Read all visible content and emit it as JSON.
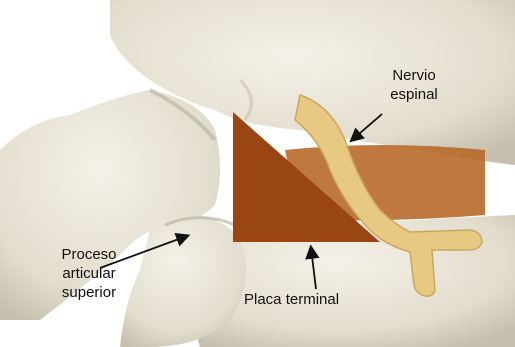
{
  "labels": {
    "nervio_line1": "Nervio",
    "nervio_line2": "espinal",
    "proceso_line1": "Proceso",
    "proceso_line2": "articular",
    "proceso_line3": "superior",
    "placa": "Placa terminal"
  },
  "colors": {
    "background": "#ffffff",
    "bone": "#e9e4d6",
    "bone_shadow": "#c9c3b2",
    "disc": "#b86a2a",
    "endplate_triangle": "#9a4613",
    "nerve": "#e7c982",
    "arrow": "#111111"
  }
}
